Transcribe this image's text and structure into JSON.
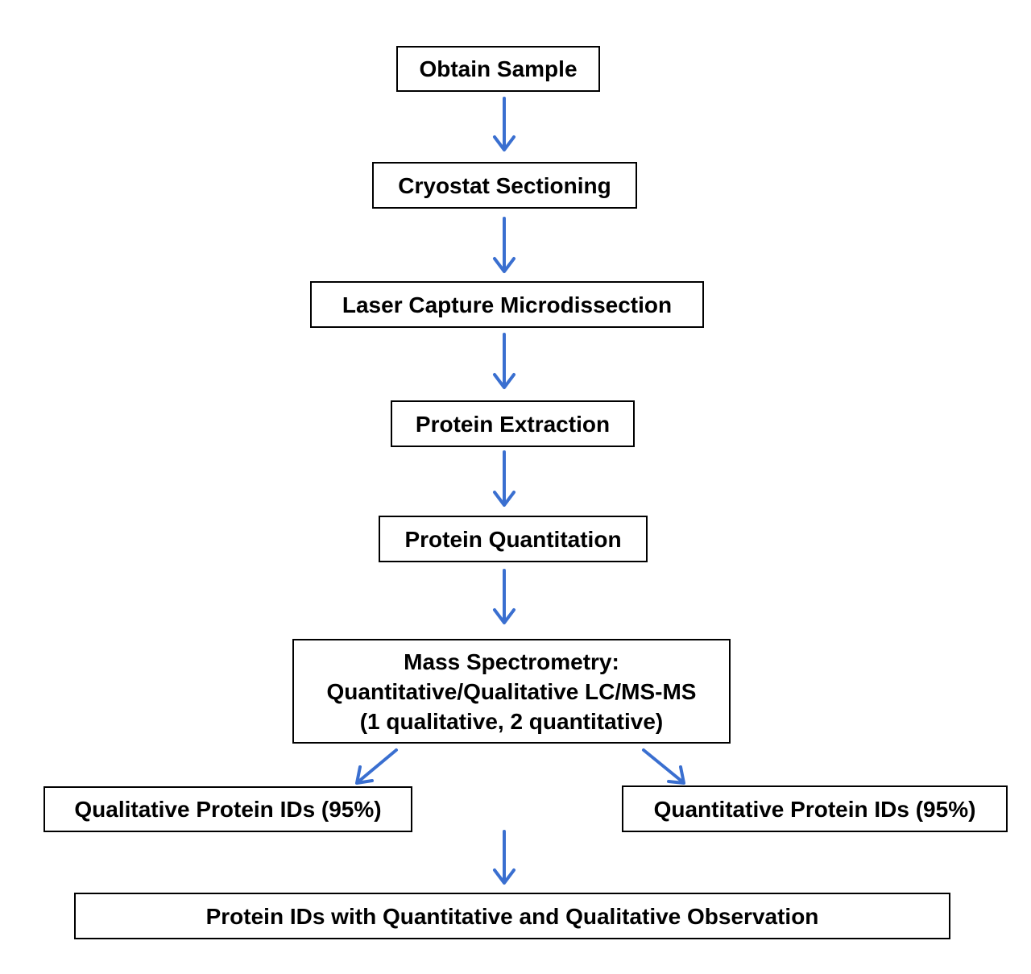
{
  "diagram": {
    "type": "flowchart",
    "arrow_color": "#3a6fd0",
    "nodes": {
      "obtain_sample": "Obtain Sample",
      "cryostat_sectioning": "Cryostat Sectioning",
      "laser_capture": "Laser Capture Microdissection",
      "protein_extraction": "Protein Extraction",
      "protein_quantitation": "Protein Quantitation",
      "mass_spec": {
        "line1": "Mass Spectrometry:",
        "line2": "Quantitative/Qualitative LC/MS-MS",
        "line3": "(1 qualitative, 2 quantitative)"
      },
      "qualitative_ids": "Qualitative Protein IDs (95%)",
      "quantitative_ids": "Quantitative Protein IDs (95%)",
      "combined_ids": "Protein IDs with Quantitative and Qualitative Observation"
    },
    "edges": [
      [
        "obtain_sample",
        "cryostat_sectioning"
      ],
      [
        "cryostat_sectioning",
        "laser_capture"
      ],
      [
        "laser_capture",
        "protein_extraction"
      ],
      [
        "protein_extraction",
        "protein_quantitation"
      ],
      [
        "protein_quantitation",
        "mass_spec"
      ],
      [
        "mass_spec",
        "qualitative_ids"
      ],
      [
        "mass_spec",
        "quantitative_ids"
      ],
      [
        "qualitative_ids",
        "combined_ids"
      ],
      [
        "quantitative_ids",
        "combined_ids"
      ]
    ]
  }
}
